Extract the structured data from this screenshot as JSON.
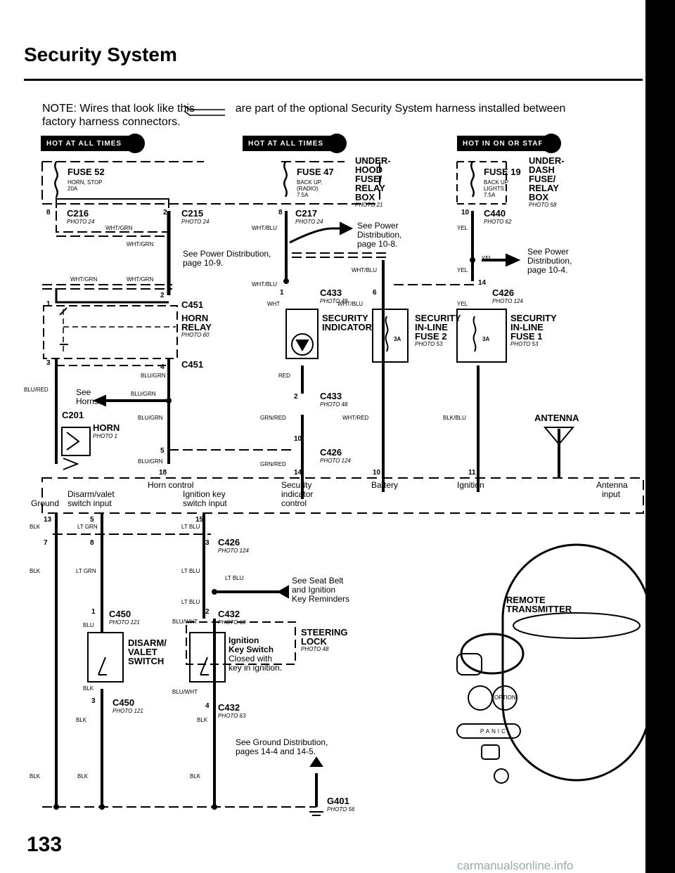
{
  "page": {
    "title": "Security System",
    "number": "133",
    "watermark": "carmanualsonline.info"
  },
  "note": {
    "text": "NOTE: Wires that look like this             are part of the optional Security System harness installed between factory harness connectors."
  },
  "hot_labels": [
    "HOT AT ALL TIMES",
    "HOT AT ALL TIMES",
    "HOT IN ON OR START"
  ],
  "fuses": {
    "fuse52": {
      "name": "FUSE 52",
      "detail": "HORN, STOP",
      "amps": "20A"
    },
    "fuse47": {
      "name": "FUSE 47",
      "detail1": "BACK UP,",
      "detail2": "(RADIO)",
      "amps": "7.5A"
    },
    "fuse19": {
      "name": "FUSE 19",
      "detail1": "BACK UP",
      "detail2": "LIGHTS",
      "amps": "7.5A"
    },
    "underhood": [
      "UNDER-",
      "HOOD",
      "FUSE/",
      "RELAY",
      "BOX"
    ],
    "underdash": [
      "UNDER-",
      "DASH",
      "FUSE/",
      "RELAY",
      "BOX"
    ],
    "underhood_photo": "PHOTO 21",
    "underdash_photo": "PHOTO 58"
  },
  "connectors": {
    "c216": "C216",
    "c215": "C215",
    "c217": "C217",
    "c440": "C440",
    "c451": "C451",
    "c451b": "C451",
    "c433a": "C433",
    "c433b": "C433",
    "c426a": "C426",
    "c426b": "C426",
    "c426c": "C426",
    "c201": "C201",
    "c450a": "C450",
    "c450b": "C450",
    "c432a": "C432",
    "c432b": "C432",
    "g401": "G401"
  },
  "photos": {
    "p24": "PHOTO 24",
    "p62": "PHOTO 62",
    "p60": "PHOTO 60",
    "p48": "PHOTO 48",
    "p124": "PHOTO 124",
    "p1": "PHOTO 1",
    "p53": "PHOTO 53",
    "p121": "PHOTO 121",
    "p63": "PHOTO 63",
    "p56": "PHOTO 56"
  },
  "wires": {
    "wht_grn": "WHT/GRN",
    "wht_blu": "WHT/BLU",
    "wht": "WHT",
    "yel": "YEL",
    "blu_grn": "BLU/GRN",
    "blu_red": "BLU/RED",
    "red": "RED",
    "grn_red": "GRN/RED",
    "wht_red": "WHT/RED",
    "blk_blu": "BLK/BLU",
    "blk": "BLK",
    "lt_grn": "LT GRN",
    "lt_blu": "LT BLU",
    "blu": "BLU",
    "blu_wht": "BLU/WHT"
  },
  "components": {
    "horn_relay": [
      "HORN",
      "RELAY"
    ],
    "security_indicator": [
      "SECURITY",
      "INDICATOR"
    ],
    "inline_fuse2": [
      "SECURITY",
      "IN-LINE",
      "FUSE 2"
    ],
    "inline_fuse1": [
      "SECURITY",
      "IN-LINE",
      "FUSE 1"
    ],
    "horn": "HORN",
    "antenna": "ANTENNA",
    "disarm": [
      "DISARM/",
      "VALET",
      "SWITCH"
    ],
    "steering_lock": [
      "STEERING",
      "LOCK"
    ],
    "ignition_switch": [
      "Ignition",
      "Key Switch",
      "Closed with",
      "key in ignition."
    ],
    "remote": [
      "REMOTE",
      "TRANSMITTER"
    ],
    "fuse_amp": "3A"
  },
  "references": {
    "power_10_8": [
      "See Power",
      "Distribution,",
      "page 10-8."
    ],
    "power_10_9": [
      "See Power Distribution,",
      "page 10-9."
    ],
    "power_10_4": [
      "See Power",
      "Distribution,",
      "page 10-4."
    ],
    "horns": [
      "See",
      "Horns"
    ],
    "seatbelt": [
      "See Seat Belt",
      "and Ignition",
      "Key Reminders"
    ],
    "ground": [
      "See Ground Distribution,",
      "pages 14-4 and 14-5."
    ]
  },
  "control_unit": {
    "inputs": [
      "Horn control",
      "Security",
      "indicator",
      "control",
      "Battery",
      "Ignition",
      "Antenna",
      "input",
      "Disarm/valet",
      "switch input",
      "Ignition key",
      "switch input",
      "Ground"
    ]
  },
  "remote_buttons": [
    "OPTION",
    "PANIC"
  ],
  "pins": [
    "8",
    "2",
    "8",
    "10",
    "1",
    "2",
    "1",
    "6",
    "14",
    "4",
    "3",
    "2",
    "10",
    "5",
    "18",
    "14",
    "10",
    "11",
    "13",
    "5",
    "15",
    "7",
    "8",
    "3",
    "1",
    "2",
    "3",
    "4"
  ]
}
